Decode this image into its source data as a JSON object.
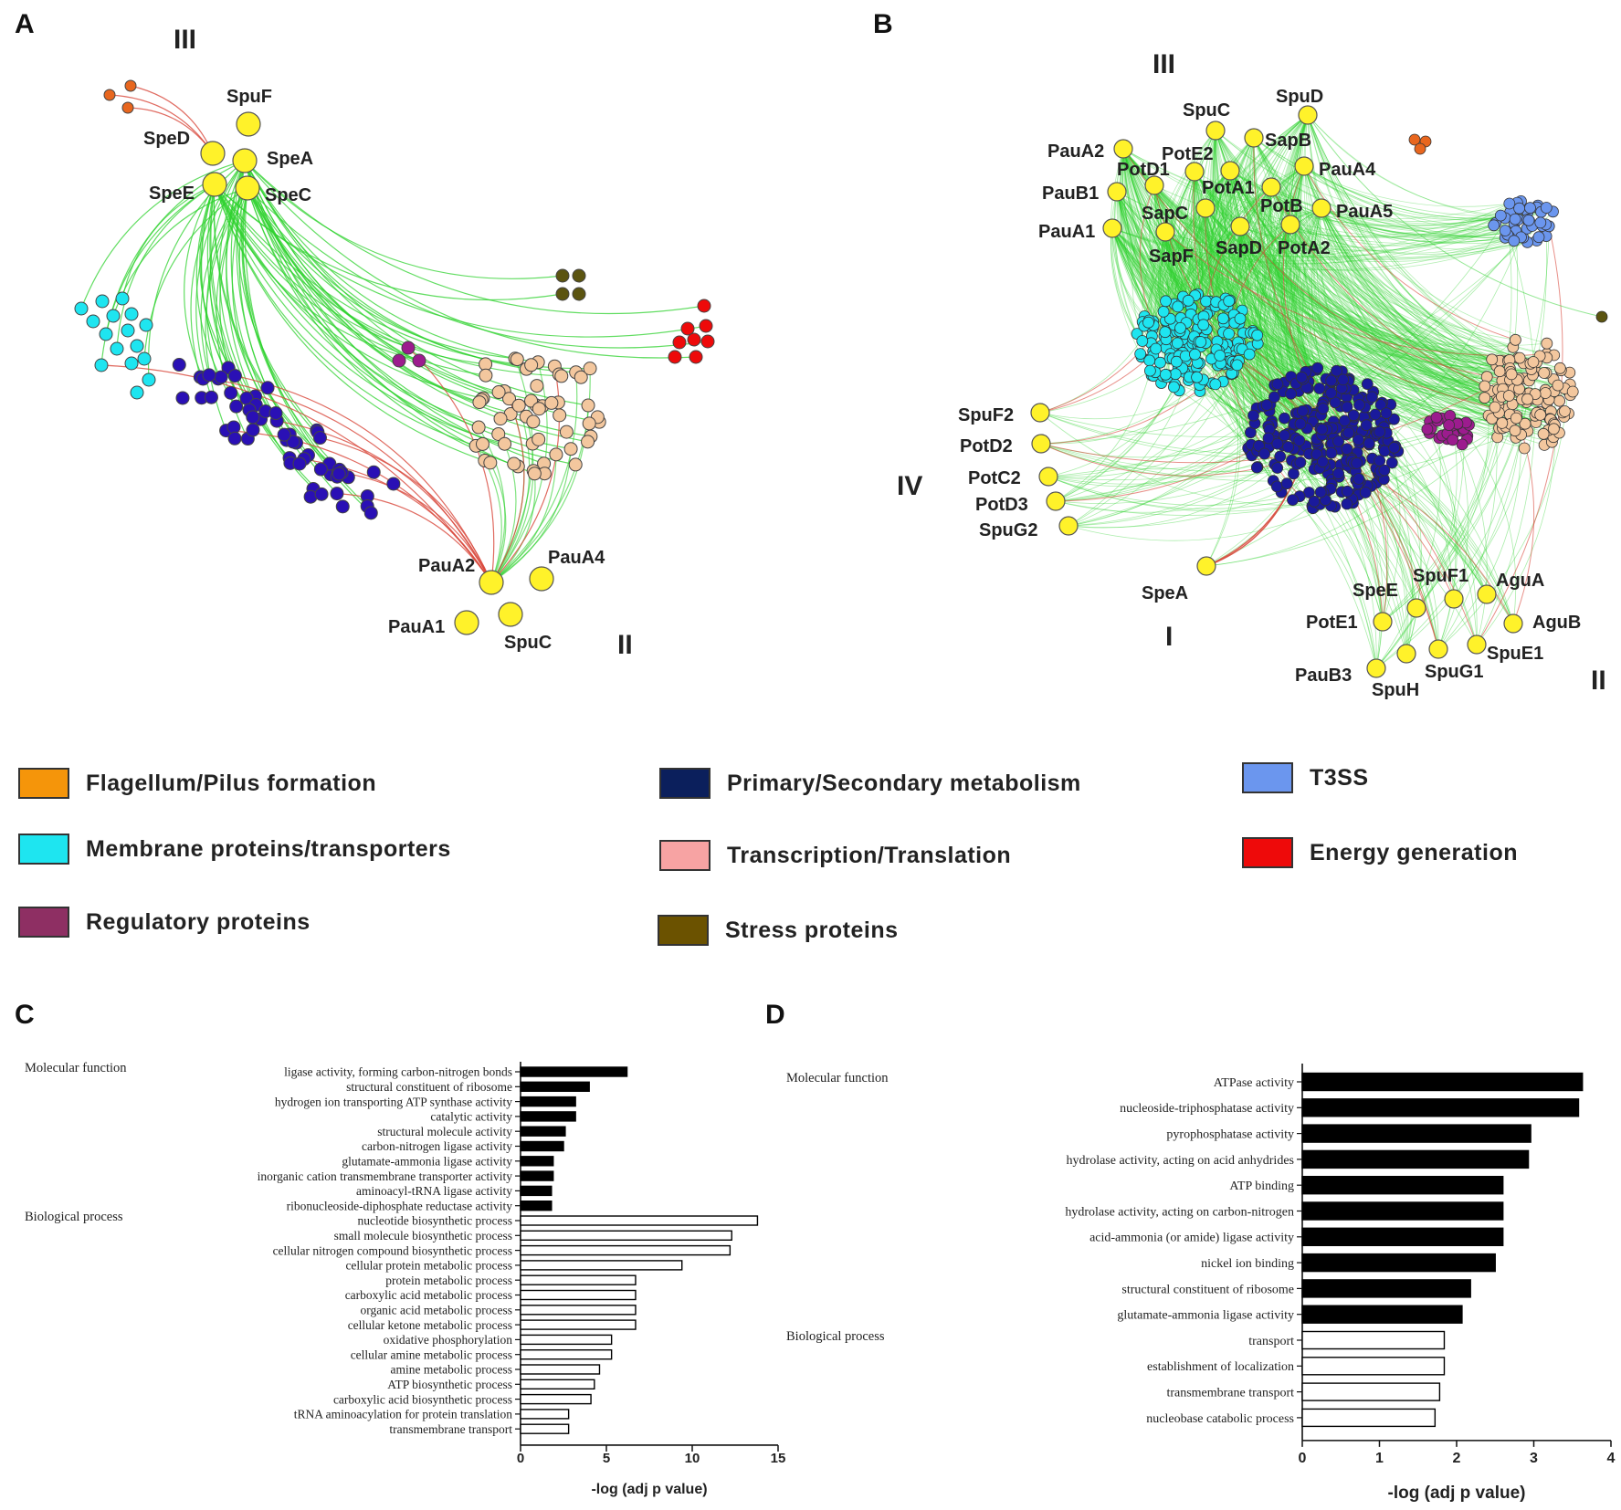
{
  "panels": {
    "a": "A",
    "b": "B",
    "c": "C",
    "d": "D"
  },
  "network_a": {
    "clusters": {
      "III": "III",
      "II": "II"
    },
    "hub_nodes": [
      {
        "id": "SpuF",
        "label": "SpuF"
      },
      {
        "id": "SpeD",
        "label": "SpeD"
      },
      {
        "id": "SpeA",
        "label": "SpeA"
      },
      {
        "id": "SpeE",
        "label": "SpeE"
      },
      {
        "id": "SpeC",
        "label": "SpeC"
      },
      {
        "id": "PauA2",
        "label": "PauA2"
      },
      {
        "id": "PauA4",
        "label": "PauA4"
      },
      {
        "id": "PauA1",
        "label": "PauA1"
      },
      {
        "id": "SpuC",
        "label": "SpuC"
      }
    ]
  },
  "network_b": {
    "clusters": {
      "III": "III",
      "IV": "IV",
      "I": "I",
      "II": "II"
    },
    "hub_nodes": [
      {
        "id": "SpuD",
        "label": "SpuD"
      },
      {
        "id": "SpuC",
        "label": "SpuC"
      },
      {
        "id": "PauA2",
        "label": "PauA2"
      },
      {
        "id": "PotE2",
        "label": "PotE2"
      },
      {
        "id": "SapB",
        "label": "SapB"
      },
      {
        "id": "PotD1",
        "label": "PotD1"
      },
      {
        "id": "PauA4",
        "label": "PauA4"
      },
      {
        "id": "PauB1",
        "label": "PauB1"
      },
      {
        "id": "PotA1",
        "label": "PotA1"
      },
      {
        "id": "PotB",
        "label": "PotB"
      },
      {
        "id": "PauA5",
        "label": "PauA5"
      },
      {
        "id": "SapC",
        "label": "SapC"
      },
      {
        "id": "PauA1",
        "label": "PauA1"
      },
      {
        "id": "SapD",
        "label": "SapD"
      },
      {
        "id": "PotA2",
        "label": "PotA2"
      },
      {
        "id": "SapF",
        "label": "SapF"
      },
      {
        "id": "SpuF2",
        "label": "SpuF2"
      },
      {
        "id": "PotD2",
        "label": "PotD2"
      },
      {
        "id": "PotC2",
        "label": "PotC2"
      },
      {
        "id": "PotD3",
        "label": "PotD3"
      },
      {
        "id": "SpuG2",
        "label": "SpuG2"
      },
      {
        "id": "SpeA",
        "label": "SpeA"
      },
      {
        "id": "SpeE",
        "label": "SpeE"
      },
      {
        "id": "SpuF1",
        "label": "SpuF1"
      },
      {
        "id": "AguA",
        "label": "AguA"
      },
      {
        "id": "AguB",
        "label": "AguB"
      },
      {
        "id": "PotE1",
        "label": "PotE1"
      },
      {
        "id": "SpuE1",
        "label": "SpuE1"
      },
      {
        "id": "SpuG1",
        "label": "SpuG1"
      },
      {
        "id": "PauB3",
        "label": "PauB3"
      },
      {
        "id": "SpuH",
        "label": "SpuH"
      }
    ]
  },
  "legend": [
    {
      "label": "Flagellum/Pilus formation",
      "color": "#f5950a"
    },
    {
      "label": "Membrane proteins/transporters",
      "color": "#1ee5f0"
    },
    {
      "label": "Regulatory proteins",
      "color": "#8e2f63"
    },
    {
      "label": "Primary/Secondary metabolism",
      "color": "#0b1f5c"
    },
    {
      "label": "Transcription/Translation",
      "color": "#f7a3a3"
    },
    {
      "label": "Stress proteins",
      "color": "#6b5200"
    },
    {
      "label": "T3SS",
      "color": "#6b96ee"
    },
    {
      "label": "Energy generation",
      "color": "#ee0a0a"
    }
  ],
  "colors": {
    "hub": "#fff22a",
    "edge_green": "#2ed12e",
    "edge_red": "#d8463a",
    "flagellum": "#e8661e",
    "membrane": "#1ee5f0",
    "regulatory": "#9c1c8e",
    "metabolism": "#2a10b5",
    "metabolism_b": "#1a1a9c",
    "transcription": "#f3c79e",
    "stress": "#5b5410",
    "t3ss": "#6b96ee",
    "energy": "#ee0a0a",
    "bar_filled": "#000000"
  },
  "chart_data": [
    {
      "type": "bar",
      "orientation": "horizontal",
      "panel": "C",
      "groups": [
        {
          "name": "Molecular function",
          "fill": "solid",
          "categories": [
            "ligase activity, forming carbon-nitrogen bonds",
            "structural constituent of ribosome",
            "hydrogen ion transporting ATP synthase activity",
            "catalytic activity",
            "structural molecule activity",
            "carbon-nitrogen ligase activity",
            "glutamate-ammonia ligase activity",
            "inorganic cation transmembrane transporter activity",
            "aminoacyl-tRNA ligase activity",
            "ribonucleoside-diphosphate reductase activity"
          ],
          "values": [
            6.2,
            4.0,
            3.2,
            3.2,
            2.6,
            2.5,
            1.9,
            1.9,
            1.8,
            1.8
          ]
        },
        {
          "name": "Biological process",
          "fill": "open",
          "categories": [
            "nucleotide biosynthetic process",
            "small molecule biosynthetic process",
            "cellular nitrogen compound biosynthetic process",
            "cellular protein metabolic process",
            "protein metabolic process",
            "carboxylic acid metabolic process",
            "organic acid metabolic process",
            "cellular ketone metabolic process",
            "oxidative phosphorylation",
            "cellular amine metabolic process",
            "amine metabolic process",
            "ATP biosynthetic process",
            "carboxylic acid biosynthetic process",
            "tRNA aminoacylation for protein translation",
            "transmembrane transport"
          ],
          "values": [
            13.8,
            12.3,
            12.2,
            9.4,
            6.7,
            6.7,
            6.7,
            6.7,
            5.3,
            5.3,
            4.6,
            4.3,
            4.1,
            2.8,
            2.8
          ]
        }
      ],
      "xlabel": "-log (adj p value)",
      "xlim": [
        0,
        15
      ],
      "xticks": [
        0,
        5,
        10,
        15
      ]
    },
    {
      "type": "bar",
      "orientation": "horizontal",
      "panel": "D",
      "groups": [
        {
          "name": "Molecular function",
          "fill": "solid",
          "categories": [
            "ATPase activity",
            "nucleoside-triphosphatase activity",
            "pyrophosphatase activity",
            "hydrolase activity, acting on acid anhydrides",
            "ATP binding",
            "hydrolase activity, acting on carbon-nitrogen",
            "acid-ammonia (or amide) ligase activity",
            "nickel ion binding",
            "structural constituent of ribosome",
            "glutamate-ammonia ligase activity"
          ],
          "values": [
            3.63,
            3.58,
            2.96,
            2.93,
            2.6,
            2.6,
            2.6,
            2.5,
            2.18,
            2.07
          ]
        },
        {
          "name": "Biological process",
          "fill": "open",
          "categories": [
            "transport",
            "establishment of localization",
            "transmembrane transport",
            "nucleobase catabolic process"
          ],
          "values": [
            1.84,
            1.84,
            1.78,
            1.72
          ]
        }
      ],
      "xlabel": "-log (adj p value)",
      "xlim": [
        0,
        4
      ],
      "xticks": [
        0,
        1,
        2,
        3,
        4
      ]
    }
  ]
}
